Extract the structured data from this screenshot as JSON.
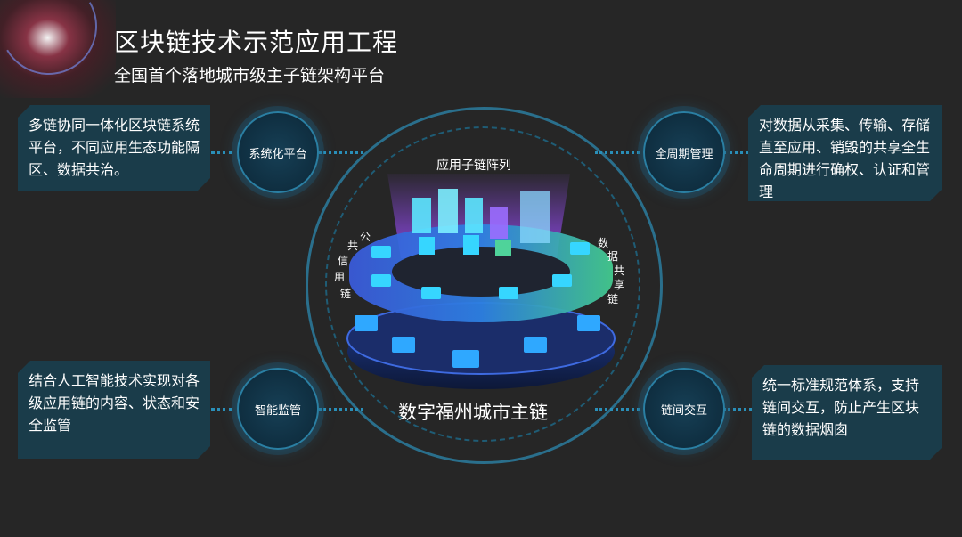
{
  "header": {
    "title": "区块链技术示范应用工程",
    "subtitle": "全国首个落地城市级主子链架构平台"
  },
  "nodes": {
    "top_left": "系统化平台",
    "top_right": "全周期管理",
    "bottom_left": "智能监管",
    "bottom_right": "链间交互"
  },
  "callouts": {
    "top_left": "多链协同一体化区块链系统平台，不同应用生态功能隔区、数据共治。",
    "top_right": "对数据从采集、传输、存储直至应用、销毁的共享全生命周期进行确权、认证和管理",
    "bottom_left": "结合人工智能技术实现对各级应用链的内容、状态和安全监管",
    "bottom_right": "统一标准规范体系，支持链间交互，防止产生区块链的数据烟囱"
  },
  "center": {
    "top_label": "应用子链阵列",
    "left_arc": [
      "公",
      "共",
      "信",
      "用",
      "链"
    ],
    "right_arc": [
      "数",
      "据",
      "共",
      "享",
      "链"
    ],
    "main_label": "数字福州城市主链"
  },
  "colors": {
    "background": "#262626",
    "accent": "#2a8fb8",
    "callout_bg": "#1a3c4a",
    "purple": "#9b4dff",
    "cyan": "#36d6ff",
    "green": "#4fd39a"
  }
}
